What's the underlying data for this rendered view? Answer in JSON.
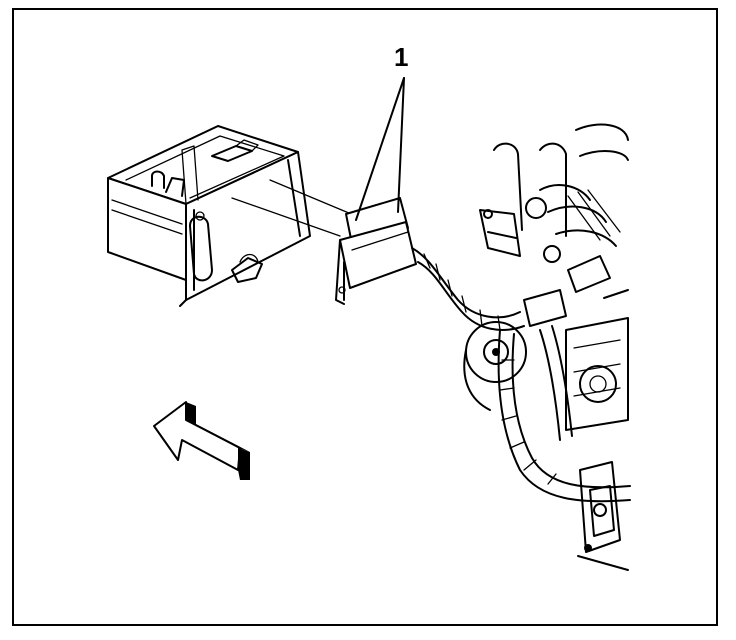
{
  "diagram": {
    "callout": {
      "label": "1"
    },
    "colors": {
      "ink": "#000000",
      "paper": "#ffffff"
    },
    "parts": [
      "battery-tray",
      "wiring-harness-bracket",
      "engine-wiring-harness",
      "direction-arrow"
    ]
  }
}
